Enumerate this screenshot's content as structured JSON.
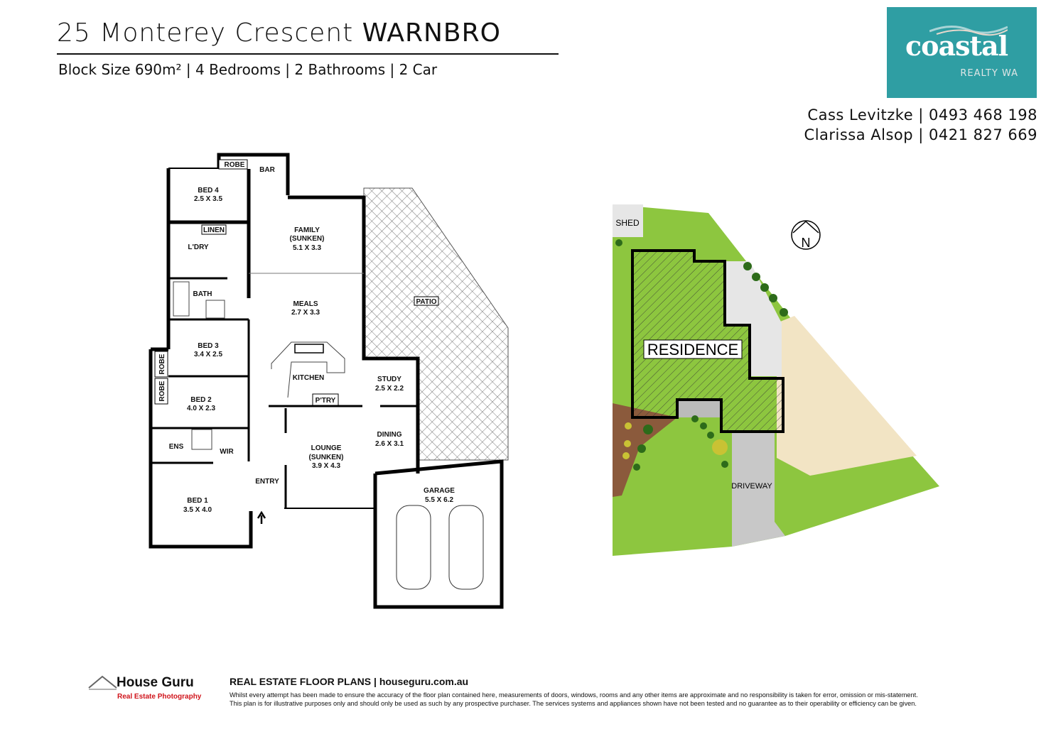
{
  "header": {
    "address": "25 Monterey Crescent",
    "suburb": "WARNBRO",
    "details": "Block Size 690m² | 4 Bedrooms | 2 Bathrooms  | 2 Car"
  },
  "brand": {
    "logo_word": "coastal",
    "logo_sub": "REALTY WA",
    "color": "#2f9ea3"
  },
  "contacts": [
    {
      "text": "Cass Levitzke  | 0493 468 198"
    },
    {
      "text": "Clarissa Alsop | 0421 827 669"
    }
  ],
  "floor_plan": {
    "rooms": {
      "robe_top": "ROBE",
      "bar": "BAR",
      "bed4_name": "BED 4",
      "bed4_size": "2.5 X 3.5",
      "linen": "LINEN",
      "laundry": "L'DRY",
      "bath": "BATH",
      "family_name": "FAMILY",
      "family_note": "(SUNKEN)",
      "family_size": "5.1 X 3.3",
      "meals_name": "MEALS",
      "meals_size": "2.7 X 3.3",
      "patio": "PATIO",
      "bed3_name": "BED 3",
      "bed3_size": "3.4 X 2.5",
      "robe_a": "ROBE",
      "robe_b": "ROBE",
      "kitchen": "KITCHEN",
      "pantry": "P'TRY",
      "study_name": "STUDY",
      "study_size": "2.5 X 2.2",
      "bed2_name": "BED 2",
      "bed2_size": "4.0 X 2.3",
      "ens": "ENS",
      "wir": "WIR",
      "dining_name": "DINING",
      "dining_size": "2.6 X 3.1",
      "lounge_name": "LOUNGE",
      "lounge_note": "(SUNKEN)",
      "lounge_size": "3.9 X 4.3",
      "entry": "ENTRY",
      "garage_name": "GARAGE",
      "garage_size": "5.5 X 6.2",
      "bed1_name": "BED 1",
      "bed1_size": "3.5 X 4.0"
    }
  },
  "site_plan": {
    "shed": "SHED",
    "residence": "RESIDENCE",
    "driveway": "DRIVEWAY",
    "north": "N",
    "colors": {
      "lawn": "#8dc63f",
      "garden": "#8b5a3c",
      "paving": "#f2e4c4",
      "driveway": "#c8c8c8"
    }
  },
  "footer": {
    "company": "House Guru",
    "tagline": "Real Estate Photography",
    "heading": "REAL ESTATE FLOOR PLANS  | houseguru.com.au",
    "disclaimer_1": "Whilst every attempt has been made to ensure the accuracy of the floor plan contained here, measurements of doors, windows, rooms and any other items are approximate and no responsibility is taken for error, omission or mis-statement.",
    "disclaimer_2": "This plan is for illustrative purposes only and should only be used as such by any prospective purchaser. The services systems and appliances shown have not been tested and no guarantee as to their operability or efficiency can be given."
  }
}
